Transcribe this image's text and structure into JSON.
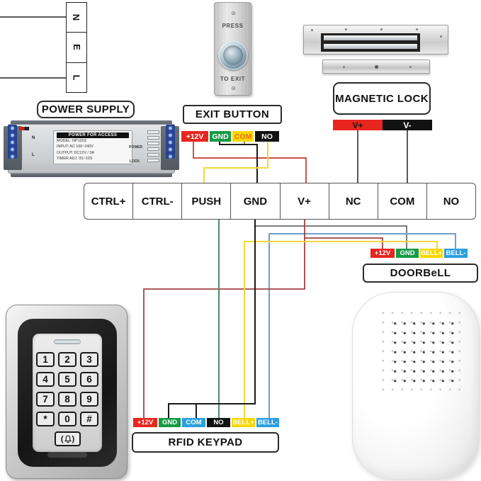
{
  "ac_input": {
    "terminals": [
      "N",
      "E",
      "L"
    ]
  },
  "power_supply": {
    "label": "POWER SUPPLY",
    "device": {
      "header": "POWER FOR ACCESS",
      "model": "MODEL: NP1203",
      "input": "INPUT: AC 100~240V",
      "output": "OUTPUT: DC12V / 3A",
      "timer": "TIMER ADJ: 0S~10S",
      "power_text": "POWER",
      "lock_text": "LOCK",
      "n_mark": "N",
      "l_mark": "L"
    }
  },
  "exit_button": {
    "label": "EXIT BUTTON",
    "press": "PRESS",
    "to_exit": "TO EXIT",
    "terminals": [
      {
        "label": "+12V",
        "color": "#e8251f"
      },
      {
        "label": "GND",
        "color": "#179a46"
      },
      {
        "label": "COM",
        "color": "#f8d800"
      },
      {
        "label": "NO",
        "color": "#121212"
      }
    ]
  },
  "magnetic_lock": {
    "label": "MAGNETIC LOCK",
    "terminals": [
      {
        "label": "V+",
        "color": "#e8251f"
      },
      {
        "label": "V-",
        "color": "#121212"
      }
    ]
  },
  "terminal_strip": {
    "cells": [
      "CTRL+",
      "CTRL-",
      "PUSH",
      "GND",
      "V+",
      "NC",
      "COM",
      "NO"
    ]
  },
  "doorbell": {
    "label": "DOORBeLL",
    "terminals": [
      {
        "label": "+12V",
        "color": "#e8251f"
      },
      {
        "label": "GND",
        "color": "#179a46"
      },
      {
        "label": "BELL+",
        "color": "#f8d800"
      },
      {
        "label": "BELL-",
        "color": "#2b9fe0"
      }
    ]
  },
  "rfid_keypad": {
    "label": "RFID KEYPAD",
    "keys": [
      "1",
      "2",
      "3",
      "4",
      "5",
      "6",
      "7",
      "8",
      "9",
      "*",
      "0",
      "#"
    ],
    "terminals": [
      {
        "label": "+12V",
        "color": "#e8251f"
      },
      {
        "label": "GND",
        "color": "#179a46"
      },
      {
        "label": "COM",
        "color": "#2b9fe0"
      },
      {
        "label": "NO",
        "color": "#121212"
      },
      {
        "label": "BELL+",
        "color": "#f8d800"
      },
      {
        "label": "BELL-",
        "color": "#2b9fe0"
      }
    ]
  },
  "wires": {
    "red": "#c0392b",
    "dark_red": "#a04343",
    "black": "#1a1a1a",
    "gray": "#7d7d7d",
    "green": "#518a6b",
    "yellow": "#f1d83a",
    "blue": "#6fa0cc"
  }
}
